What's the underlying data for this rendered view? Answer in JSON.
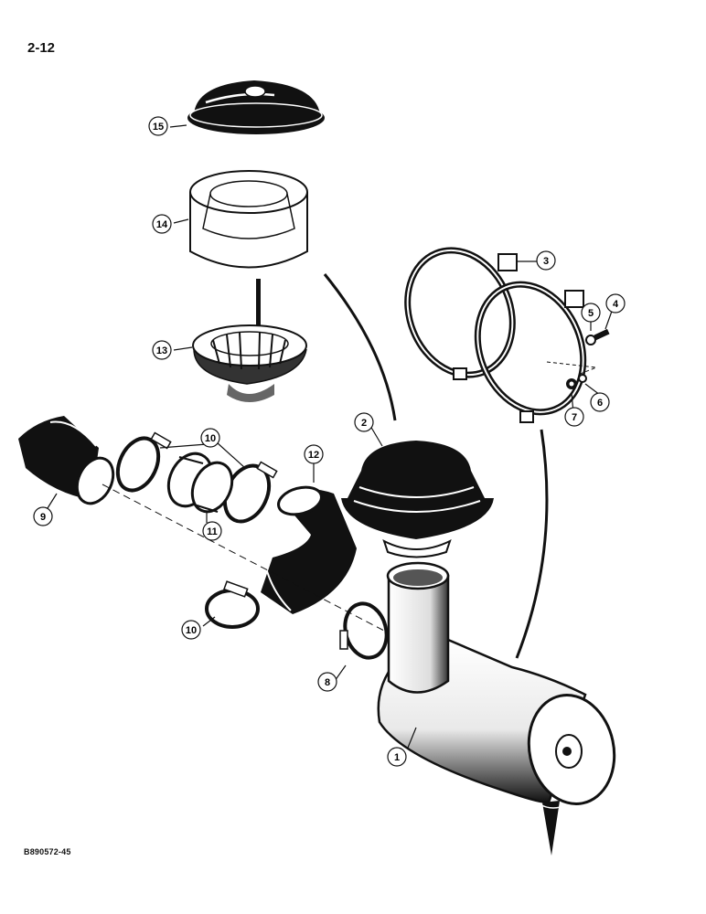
{
  "page": {
    "number": "2-12",
    "figure_code": "B890572-45"
  },
  "callouts": [
    "1",
    "2",
    "3",
    "4",
    "5",
    "6",
    "7",
    "8",
    "9",
    "10",
    "10",
    "11",
    "12",
    "13",
    "14",
    "15"
  ],
  "colors": {
    "ink": "#111111",
    "paper": "#ffffff",
    "shade": "#555555"
  }
}
